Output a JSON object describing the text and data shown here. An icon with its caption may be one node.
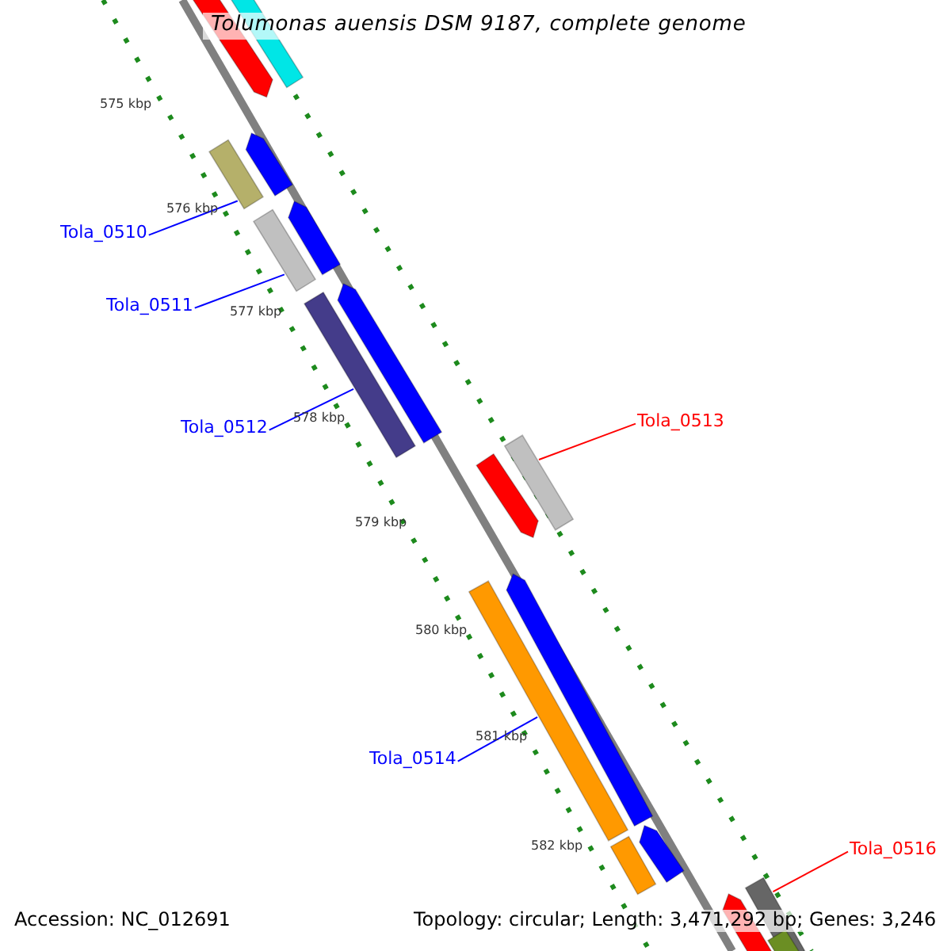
{
  "diagram": {
    "title": "Tolumonas auensis DSM 9187, complete genome",
    "nodes": [
      {
        "text": [
          "Tola_0510"
        ]
      },
      {
        "text": [
          "Tola_0511"
        ]
      },
      {
        "text": [
          "Tola_0512"
        ]
      },
      {
        "text": [
          "Tola_0513"
        ]
      },
      {
        "text": [
          "Tola_0514"
        ]
      },
      {
        "text": [
          "Tola_0516"
        ]
      },
      {
        "text": [],
        "shape": "bar"
      },
      {
        "text": [],
        "shape": "bar"
      },
      {
        "text": [],
        "shape": "bar"
      },
      {
        "text": [],
        "shape": "bar"
      },
      {
        "text": [],
        "shape": "bar"
      },
      {
        "text": [],
        "shape": "bar"
      },
      {
        "text": [],
        "shape": "bar"
      },
      {
        "text": [],
        "shape": "bar"
      },
      {
        "text": [],
        "shape": "bar"
      },
      {
        "text": [],
        "shape": "bar"
      },
      {
        "text": [],
        "shape": "bar"
      },
      {
        "text": [],
        "shape": "bar"
      },
      {
        "text": [],
        "shape": "bar"
      },
      {
        "text": [],
        "shape": "bar"
      },
      {
        "text": [],
        "shape": "bar"
      },
      {
        "text": [],
        "shape": "bar"
      },
      {
        "text": [],
        "shape": "bar"
      }
    ],
    "edges": [
      {
        "from": 0,
        "to": 9,
        "arrow": "none"
      },
      {
        "from": 1,
        "to": 11,
        "arrow": "none"
      },
      {
        "from": 2,
        "to": 13,
        "arrow": "none"
      },
      {
        "from": 3,
        "to": 14,
        "arrow": "none",
        "color": "#ff0000"
      },
      {
        "from": 4,
        "to": 17,
        "arrow": "none"
      },
      {
        "from": 5,
        "to": 20,
        "arrow": "none",
        "color": "#ff0000"
      }
    ],
    "labels": [
      "575 kbp",
      "576 kbp",
      "577 kbp",
      "578 kbp",
      "579 kbp",
      "580 kbp",
      "581 kbp",
      "582 kbp",
      "Accession: NC_012691",
      "Topology: circular; Length: 3,471,292 bp; Genes: 3,246"
    ]
  }
}
